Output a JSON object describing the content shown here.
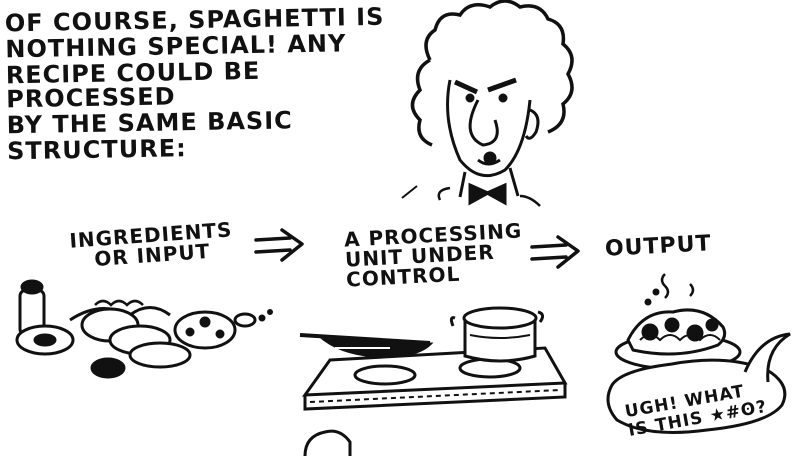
{
  "caption_lines": [
    "OF COURSE, SPAGHETTI IS",
    "NOTHING SPECIAL! ANY",
    "RECIPE COULD BE PROCESSED",
    "BY THE SAME BASIC",
    "STRUCTURE:"
  ],
  "stages": {
    "ingredients": {
      "line1": "INGREDIENTS",
      "line2": "OR INPUT"
    },
    "processing": {
      "line1": "A PROCESSING",
      "line2": "UNIT UNDER",
      "line3": "CONTROL"
    },
    "output": {
      "label": "OUTPUT"
    }
  },
  "speech_bubble": {
    "line1": "UGH! WHAT",
    "line2": "IS THIS ★#ʘ?"
  },
  "colors": {
    "ink": "#111111",
    "paper": "#ffffff"
  }
}
